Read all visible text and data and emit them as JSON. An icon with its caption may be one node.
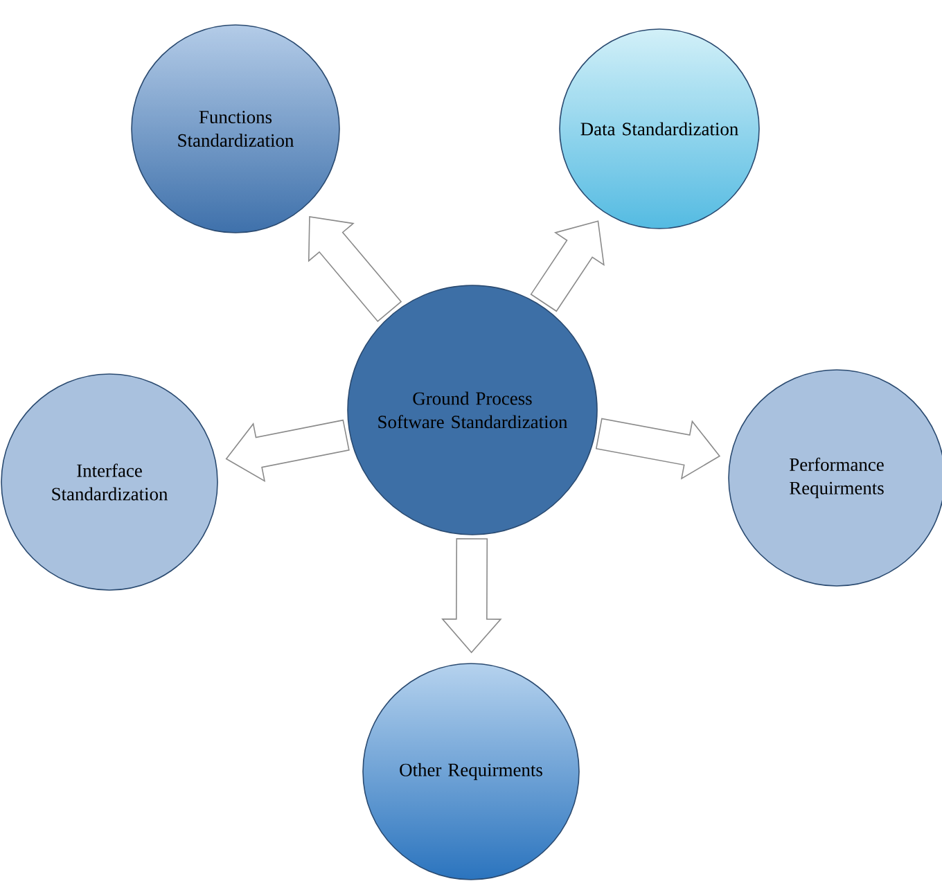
{
  "diagram": {
    "nodes": [
      {
        "text": [
          "Functions Standardization"
        ]
      },
      {
        "text": [
          "Data Standardization"
        ]
      },
      {
        "text": [
          "Ground Process Software Standardization"
        ]
      },
      {
        "text": [
          "Interface Standardization"
        ]
      },
      {
        "text": [
          "Performance Requirments"
        ]
      },
      {
        "text": [
          "Other Requirments"
        ]
      }
    ],
    "edges": [
      {
        "from": 2,
        "to": 0,
        "arrow": "to"
      },
      {
        "from": 2,
        "to": 1,
        "arrow": "to"
      },
      {
        "from": 2,
        "to": 3,
        "arrow": "to"
      },
      {
        "from": 2,
        "to": 4,
        "arrow": "to"
      },
      {
        "from": 2,
        "to": 5,
        "arrow": "to"
      }
    ]
  }
}
